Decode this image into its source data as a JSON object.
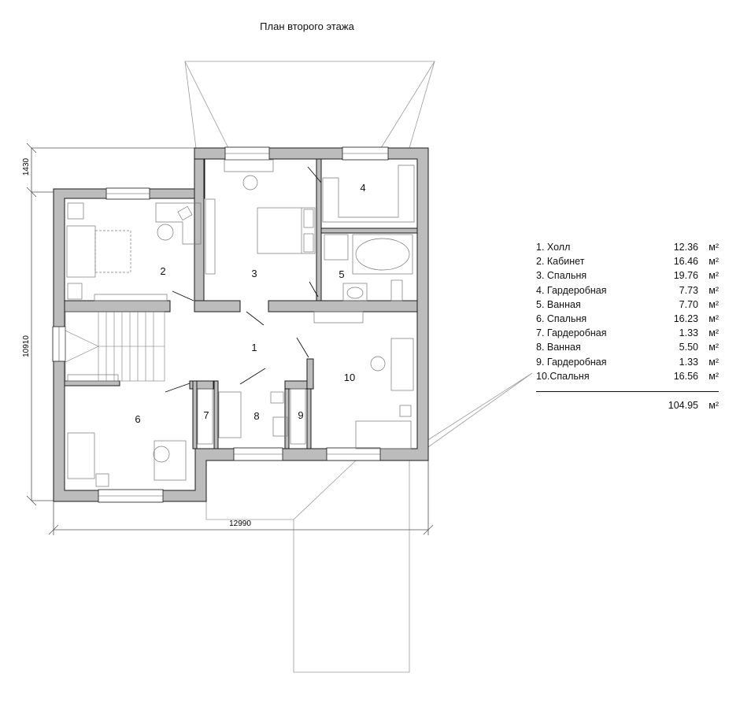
{
  "title": "План второго этажа",
  "dimensions": {
    "width": "12990",
    "height": "10910",
    "offset": "1430"
  },
  "room_numbers": [
    "1",
    "2",
    "3",
    "4",
    "5",
    "6",
    "7",
    "8",
    "9",
    "10"
  ],
  "unit": "м²",
  "rooms": [
    {
      "name": "1.  Холл",
      "area": "12.36"
    },
    {
      "name": "2.  Кабинет",
      "area": "16.46"
    },
    {
      "name": "3.  Спальня",
      "area": "19.76"
    },
    {
      "name": "4.  Гардеробная",
      "area": "7.73"
    },
    {
      "name": "5.  Ванная",
      "area": "7.70"
    },
    {
      "name": "6.  Спальня",
      "area": "16.23"
    },
    {
      "name": "7.  Гардеробная",
      "area": "1.33"
    },
    {
      "name": "8.  Ванная",
      "area": "5.50"
    },
    {
      "name": "9.  Гардеробная",
      "area": "1.33"
    },
    {
      "name": "10.Спальня",
      "area": "16.56"
    }
  ],
  "total": "104.95",
  "colors": {
    "wall": "#bcbcbc",
    "wall_stroke": "#1a1a1a",
    "furniture": "#777777",
    "roof_line": "#9a9a9a"
  }
}
